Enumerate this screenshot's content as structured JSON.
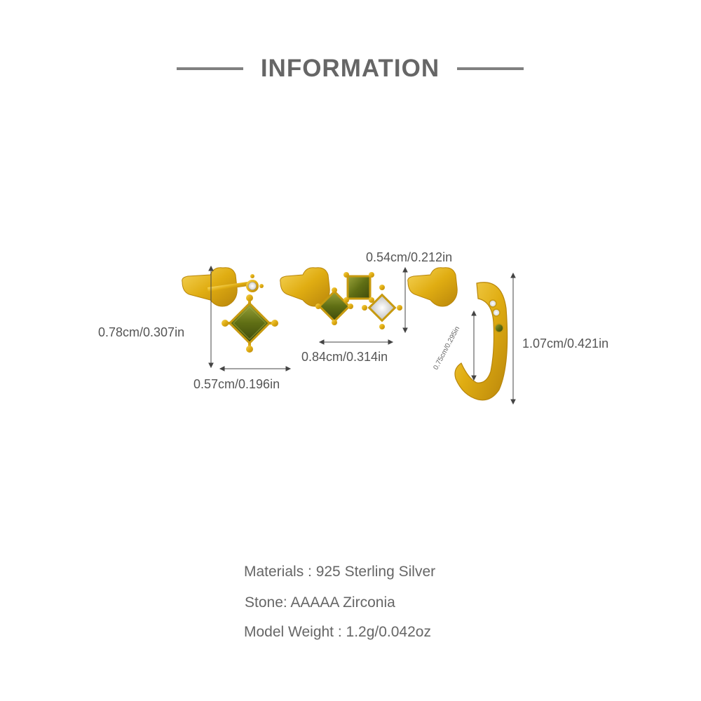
{
  "header": {
    "title": "INFORMATION"
  },
  "dimensions": {
    "stud_height": "0.78cm/0.307in",
    "stud_width": "0.57cm/0.196in",
    "cluster_height": "0.54cm/0.212in",
    "cluster_width": "0.84cm/0.314in",
    "hoop_inner": "0.75cm/0.295in",
    "hoop_height": "1.07cm/0.421in"
  },
  "specs": {
    "materials": "Materials : 925 Sterling Silver",
    "stone": "Stone: AAAAA Zirconia",
    "weight": "Model Weight : 1.2g/0.042oz"
  },
  "colors": {
    "gold": "#e0b01a",
    "stone_green": "#6b7a1c",
    "text": "#666666"
  }
}
